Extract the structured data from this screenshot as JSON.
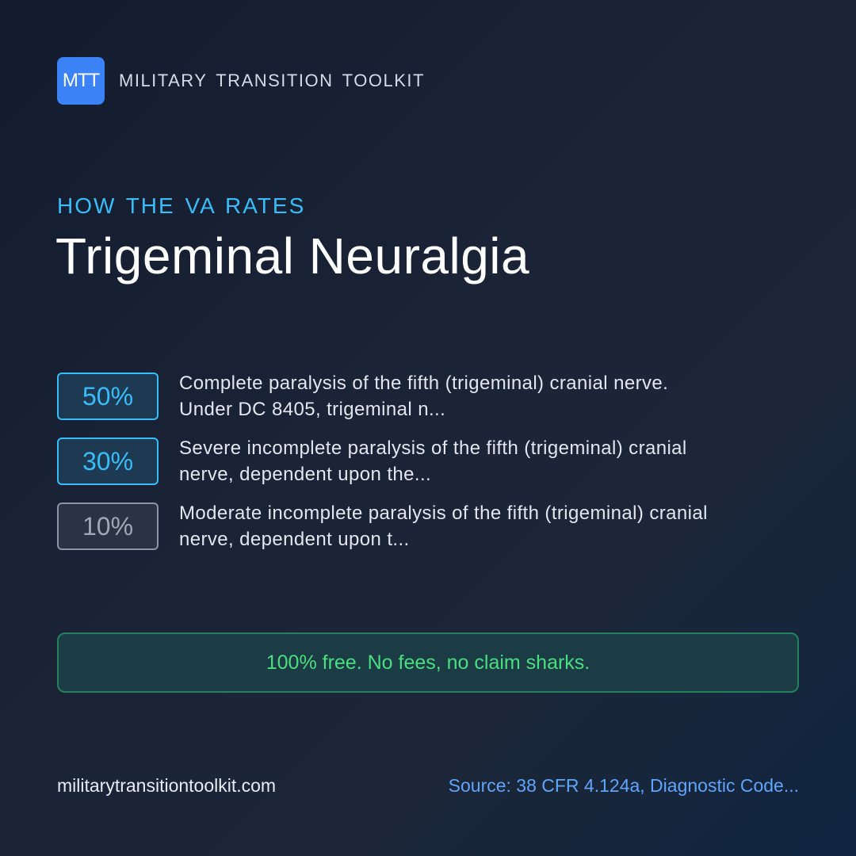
{
  "brand": {
    "logo_text": "MTT",
    "name": "MILITARY TRANSITION TOOLKIT"
  },
  "header": {
    "eyebrow": "HOW THE VA RATES",
    "title": "Trigeminal Neuralgia"
  },
  "ratings": [
    {
      "percent": "50%",
      "line1": "Complete paralysis of the fifth (trigeminal) cranial nerve.",
      "line2": "Under DC 8405, trigeminal n..."
    },
    {
      "percent": "30%",
      "line1": "Severe incomplete paralysis of the fifth (trigeminal) cranial",
      "line2": "nerve, dependent upon the..."
    },
    {
      "percent": "10%",
      "line1": "Moderate incomplete paralysis of the fifth (trigeminal) cranial",
      "line2": "nerve, dependent upon t..."
    }
  ],
  "banner": {
    "text": "100% free. No fees, no claim sharks."
  },
  "footer": {
    "url": "militarytransitiontoolkit.com",
    "source": "Source: 38 CFR 4.124a, Diagnostic Code..."
  },
  "colors": {
    "accent": "#38bdf8",
    "logo_bg": "#3b82f6",
    "banner_text": "#4ade80",
    "source_link": "#60a5fa"
  }
}
